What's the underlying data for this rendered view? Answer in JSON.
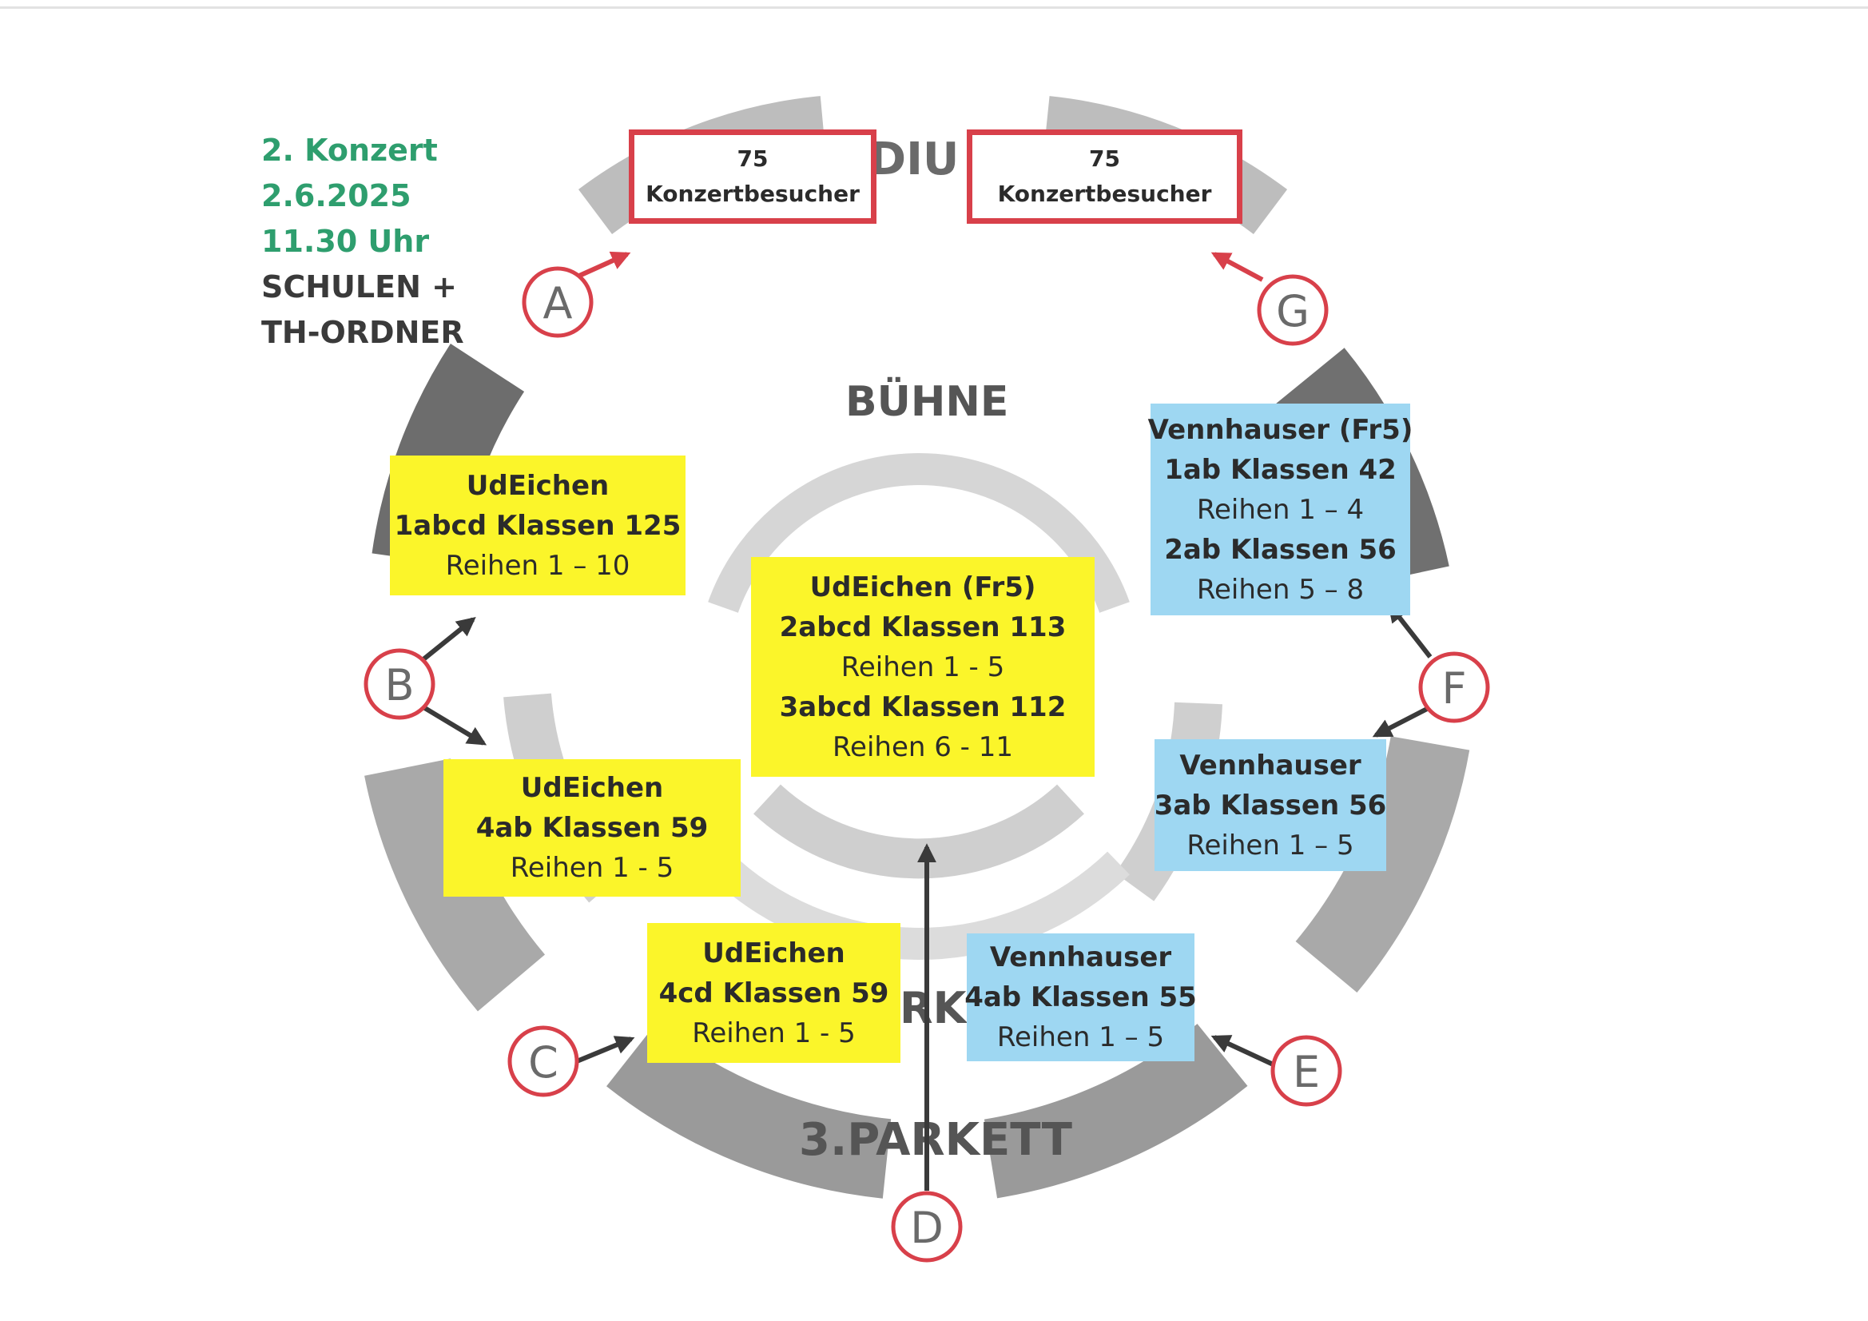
{
  "event": {
    "title": "2. Konzert",
    "date": "2.6.2025",
    "time": "11.30 Uhr",
    "group_line1": "SCHULEN +",
    "group_line2": "TH-ORDNER"
  },
  "labels": {
    "stage": "BÜHNE",
    "podium_partial": "ODIU",
    "parkett_partial": "RK",
    "parkett3": "3.PARKETT"
  },
  "podium_boxes": [
    {
      "count": "75",
      "label": "Konzertbesucher"
    },
    {
      "count": "75",
      "label": "Konzertbesucher"
    }
  ],
  "blocks": [
    {
      "school": "UdEichen",
      "lines": [
        "1abcd Klassen 125",
        "Reihen 1 – 10"
      ]
    },
    {
      "school": "UdEichen (Fr5)",
      "lines": [
        "2abcd Klassen 113",
        "Reihen 1 - 5",
        "3abcd Klassen 112",
        "Reihen 6 - 11"
      ]
    },
    {
      "school": "UdEichen",
      "lines": [
        "4ab Klassen 59",
        "Reihen 1 - 5"
      ]
    },
    {
      "school": "UdEichen",
      "lines": [
        "4cd Klassen 59",
        "Reihen 1 - 5"
      ]
    },
    {
      "school": "Vennhauser (Fr5)",
      "lines": [
        "1ab Klassen 42",
        "Reihen 1 – 4",
        "2ab Klassen 56",
        "Reihen 5 – 8"
      ]
    },
    {
      "school": "Vennhauser",
      "lines": [
        "3ab Klassen 56",
        "Reihen 1 – 5"
      ]
    },
    {
      "school": "Vennhauser",
      "lines": [
        "4ab Klassen 55",
        "Reihen 1 – 5"
      ]
    }
  ],
  "entrances": [
    "A",
    "B",
    "C",
    "D",
    "E",
    "F",
    "G"
  ],
  "colors": {
    "info_green": "#2e9e6e",
    "yellow_block": "#fbf52a",
    "blue_block": "#9ed7f2",
    "entrance_red": "#d8404a",
    "arrow_dark": "#3a3a3a"
  }
}
